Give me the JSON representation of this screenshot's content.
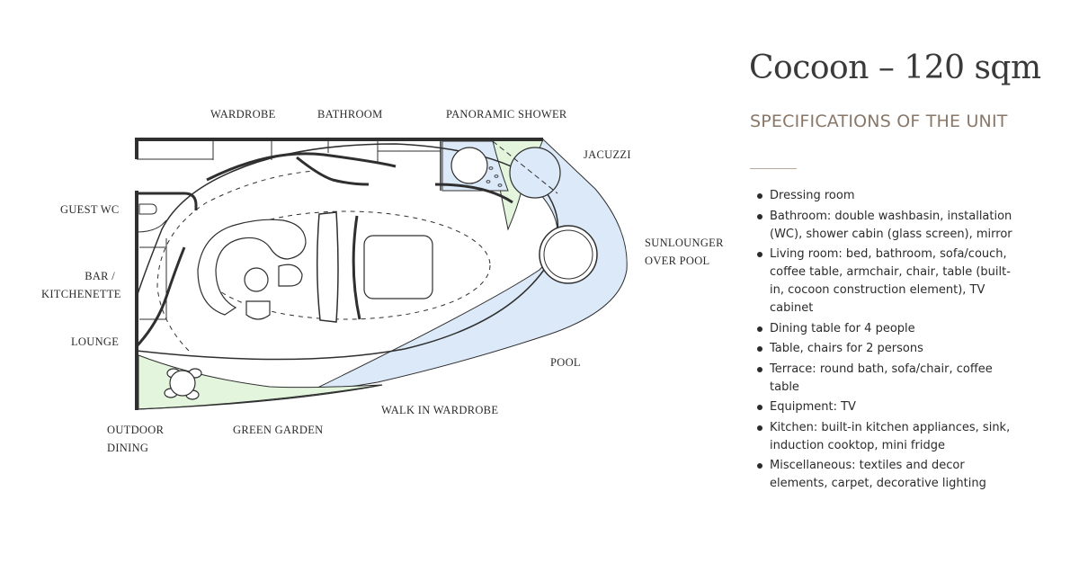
{
  "unit": {
    "title": "Cocoon – 120 sqm",
    "subtitle": "SPECIFICATIONS OF THE UNIT"
  },
  "plan_labels": {
    "wardrobe": "WARDROBE",
    "bathroom": "BATHROOM",
    "panoramic_shower": "PANORAMIC SHOWER",
    "jacuzzi": "JACUZZI",
    "guest_wc": "GUEST WC",
    "bar_kitchenette": "BAR /\nKITCHENETTE",
    "lounge": "LOUNGE",
    "sunlounger": "SUNLOUNGER\nOVER POOL",
    "pool": "POOL",
    "walk_in_wardrobe": "WALK IN WARDROBE",
    "outdoor_dining": "OUTDOOR\nDINING",
    "green_garden": "GREEN GARDEN"
  },
  "specs": [
    "Dressing room",
    "Bathroom: double washbasin, installation (WC), shower cabin (glass screen), mirror",
    "Living room: bed, bathroom, sofa/couch, coffee table, armchair, chair, table (built-in, cocoon construction element), TV cabinet",
    "Dining table for 4 people",
    "Table, chairs for 2 persons",
    "Terrace: round bath, sofa/chair, coffee table",
    "Equipment: TV",
    "Kitchen: built-in kitchen appliances, sink, induction cooktop, mini fridge",
    "Miscellaneous: textiles and decor elements, carpet, decorative lighting"
  ],
  "colors": {
    "wall": "#2f2f2f",
    "pool_fill": "#dbe9f8",
    "garden_fill": "#e4f5de",
    "accent": "#8a7768"
  }
}
